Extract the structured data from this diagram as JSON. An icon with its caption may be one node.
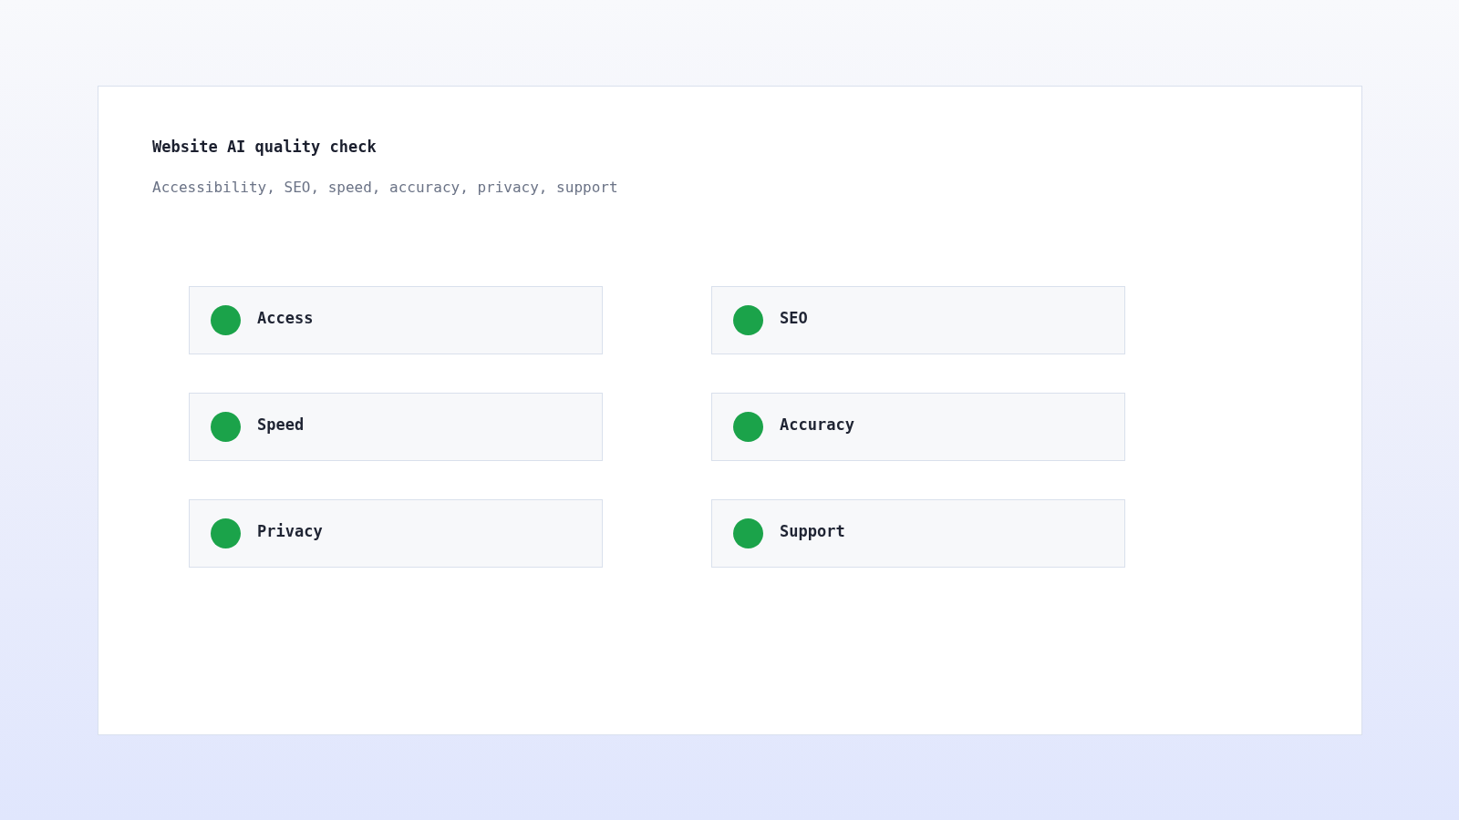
{
  "diagram": {
    "title": "Website AI quality check",
    "nodes": [
      {
        "text": [
          "Access"
        ]
      },
      {
        "text": [
          "SEO"
        ]
      },
      {
        "text": [
          "Speed"
        ]
      },
      {
        "text": [
          "Accuracy"
        ]
      },
      {
        "text": [
          "Privacy"
        ]
      },
      {
        "text": [
          "Support"
        ]
      }
    ],
    "labels": [
      "Accessibility, SEO, speed, accuracy, privacy, support"
    ]
  }
}
